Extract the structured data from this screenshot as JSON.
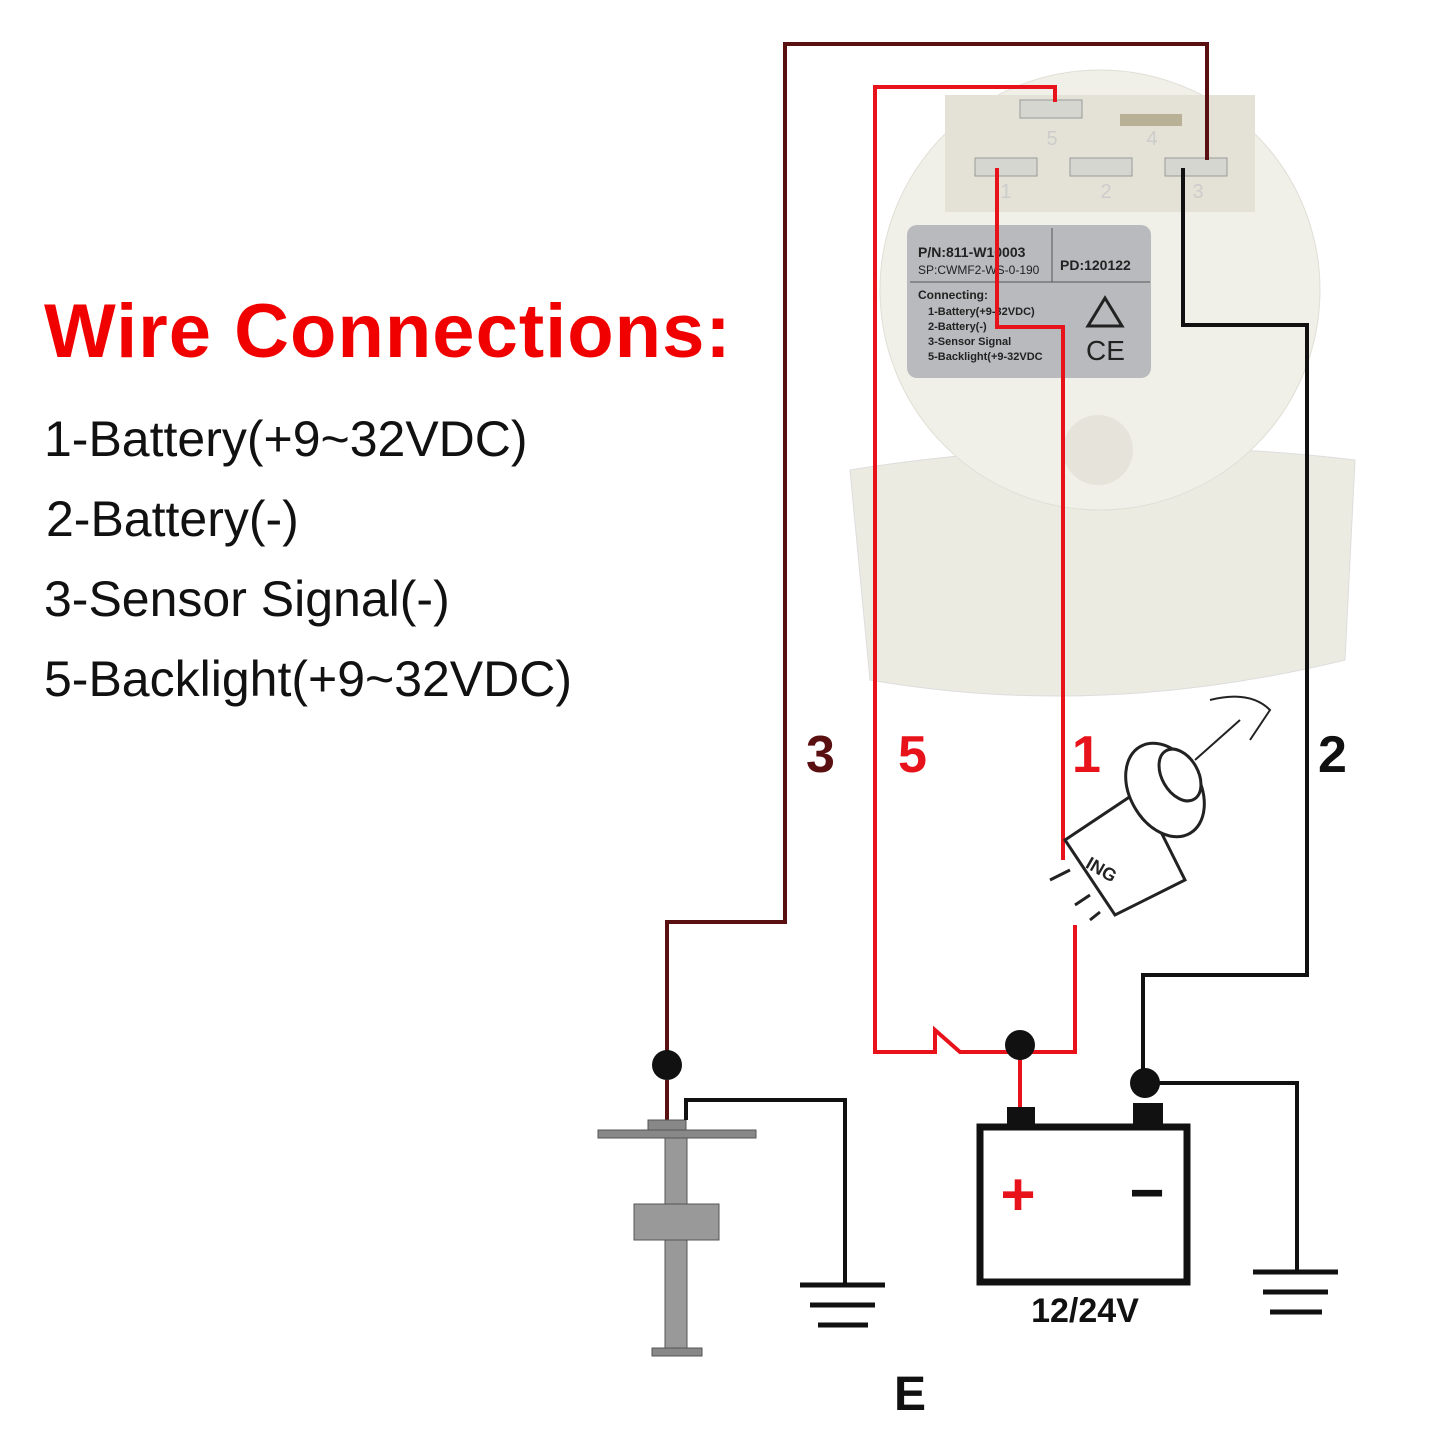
{
  "title": "Wire Connections:",
  "legend": [
    "1-Battery(+9~32VDC)",
    "2-Battery(-)",
    "3-Sensor Signal(-)",
    "5-Backlight(+9~32VDC)"
  ],
  "wire_numbers": {
    "w3": "3",
    "w5": "5",
    "w1": "1",
    "w2": "2"
  },
  "gauge_label": {
    "pn": "P/N:811-W10003",
    "sp": "SP:CWMF2-WS-0-190",
    "pd": "PD:120122",
    "connecting": "Connecting:",
    "lines": [
      "1-Battery(+9-32VDC)",
      "2-Battery(-)",
      "3-Sensor Signal",
      "5-Backlight(+9-32VDC"
    ],
    "ce": "CE"
  },
  "pins": [
    "5",
    "4",
    "1",
    "2",
    "3"
  ],
  "ignition_label": "ING",
  "battery": {
    "plus": "+",
    "minus": "−",
    "voltage": "12/24V"
  },
  "sensor_label": "E",
  "colors": {
    "red": "#e8121a",
    "title_red": "#f10000",
    "dark_red": "#5a1010",
    "black": "#111111"
  }
}
